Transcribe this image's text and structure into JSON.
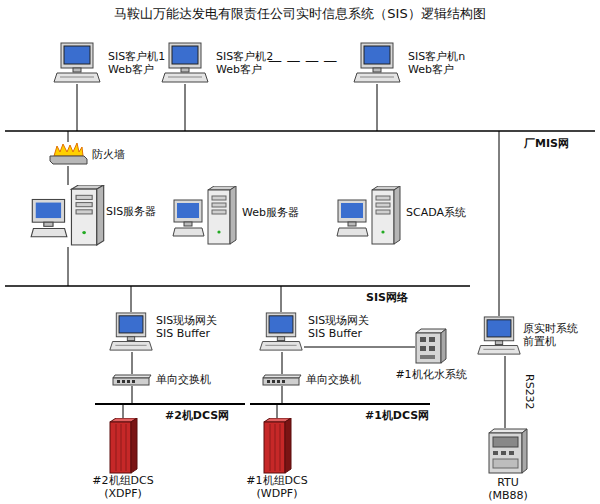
{
  "diagram": {
    "title": "马鞍山万能达发电有限责任公司实时信息系统（SIS）逻辑结构图",
    "nodes": [
      {
        "text": [
          "SIS客户机1",
          "Web客户"
        ]
      },
      {
        "text": [
          "SIS客户机2",
          "Web客户"
        ]
      },
      {
        "text": [
          "SIS客户机n",
          "Web客户"
        ]
      },
      {
        "text": [
          "防火墙"
        ]
      },
      {
        "text": [
          "SIS服务器"
        ]
      },
      {
        "text": [
          "Web服务器"
        ]
      },
      {
        "text": [
          "SCADA系统"
        ]
      },
      {
        "text": [
          "SIS现场网关",
          "SIS Buffer"
        ]
      },
      {
        "text": [
          "SIS现场网关",
          "SIS Buffer"
        ]
      },
      {
        "text": [
          "#1机化水系统"
        ]
      },
      {
        "text": [
          "原实时系统",
          "前置机"
        ]
      },
      {
        "text": [
          "单向交换机"
        ]
      },
      {
        "text": [
          "单向交换机"
        ]
      },
      {
        "text": [
          "#2机组DCS",
          "(XDPF)"
        ]
      },
      {
        "text": [
          "#1机组DCS",
          "(WDPF)"
        ]
      },
      {
        "text": [
          "RTU",
          "(MB88)"
        ]
      }
    ],
    "edges": [
      {
        "from": 3,
        "to": 4,
        "arrow": "none"
      },
      {
        "from": 7,
        "to": 11,
        "arrow": "none"
      },
      {
        "from": 8,
        "to": 12,
        "arrow": "none"
      },
      {
        "from": 8,
        "to": 9,
        "arrow": "none"
      },
      {
        "from": 10,
        "to": 15,
        "label": "RS232",
        "arrow": "none"
      }
    ],
    "labels": [
      "— — — —",
      "厂MIS网",
      "SIS网络",
      "#2机DCS网",
      "#1机DCS网"
    ]
  }
}
